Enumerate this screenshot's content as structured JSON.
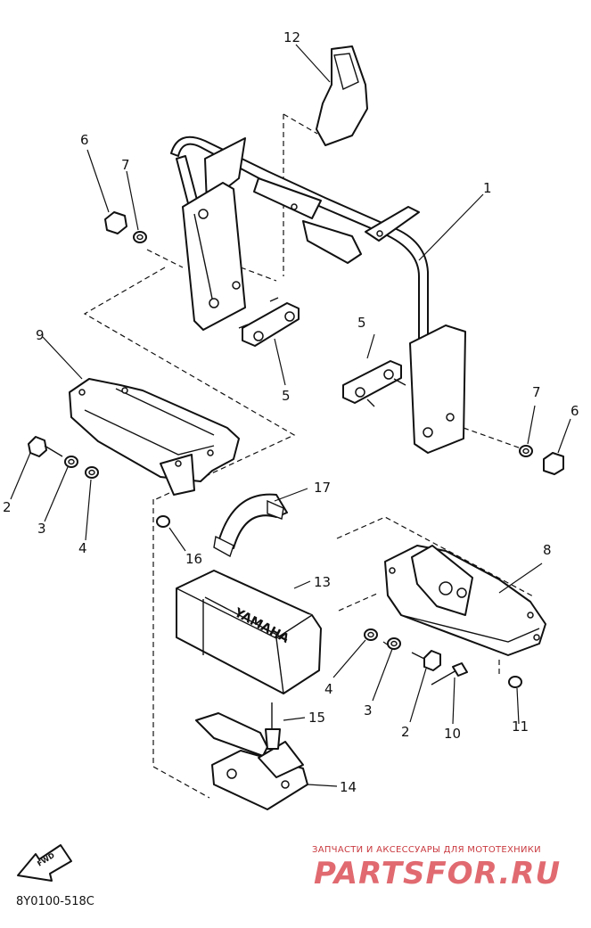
{
  "callouts": {
    "c1": "1",
    "c2a": "2",
    "c2b": "2",
    "c3a": "3",
    "c3b": "3",
    "c4a": "4",
    "c4b": "4",
    "c5a": "5",
    "c5b": "5",
    "c6a": "6",
    "c6b": "6",
    "c7a": "7",
    "c7b": "7",
    "c8": "8",
    "c9": "9",
    "c10": "10",
    "c11": "11",
    "c12": "12",
    "c13": "13",
    "c14": "14",
    "c15": "15",
    "c16": "16",
    "c17": "17"
  },
  "fwd_label": "FWD",
  "box_label": "YAMAHA",
  "diagram_code": "8Y0100-518C",
  "watermark": {
    "tagline": "ЗАПЧАСТИ И АКСЕССУАРЫ ДЛЯ МОТОТЕХНИКИ",
    "logo": "PARTSFOR.RU"
  }
}
